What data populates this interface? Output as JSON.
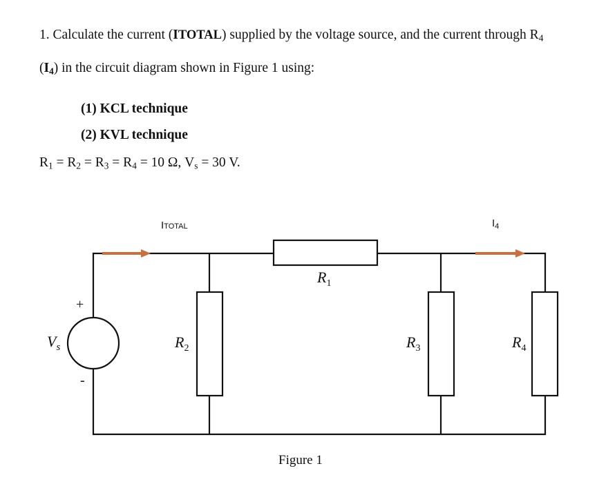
{
  "question": {
    "number": "1.",
    "line1_pre": " Calculate the current (",
    "itotal_I": "I",
    "itotal_sub": "TOTAL",
    "line1_post": ") supplied by the voltage source, and the current through R",
    "line1_r_sub": "4",
    "line2_open": "(",
    "i4_I": "I",
    "i4_sub": "4",
    "line2_post": ") in the circuit diagram shown in Figure 1 using:"
  },
  "methods": [
    {
      "label": "(1) KCL technique"
    },
    {
      "label": "(2) KVL technique"
    }
  ],
  "given": {
    "r1": "R",
    "r1_sub": "1",
    "eq1": " = R",
    "r2_sub": "2",
    "eq2": " = R",
    "r3_sub": "3",
    "eq3": " = R",
    "r4_sub": "4",
    "tail1": " = 10 Ω, V",
    "vs_sub": "s",
    "tail2": " = 30 V."
  },
  "circuit": {
    "source_label": "V",
    "source_sub": "s",
    "plus_sign": "+",
    "minus_sign": "-",
    "itotal_label_I": "I",
    "itotal_label_sub": "TOTAL",
    "i4_label_I": "I",
    "i4_label_sub": "4",
    "resistors": [
      {
        "name": "R",
        "sub": "1"
      },
      {
        "name": "R",
        "sub": "2"
      },
      {
        "name": "R",
        "sub": "3"
      },
      {
        "name": "R",
        "sub": "4"
      }
    ],
    "arrow_color": "#C8703F",
    "wire_color": "#111111",
    "caption": "Figure 1"
  }
}
